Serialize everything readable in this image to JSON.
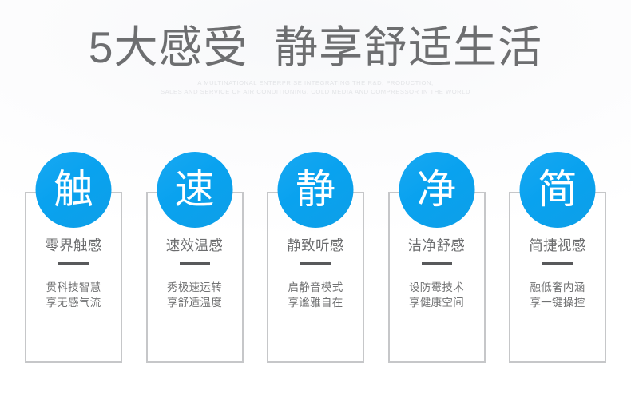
{
  "header": {
    "main_title": "5大感受  静享舒适生活",
    "subtitle_line_1": "A MULTINATIONAL ENTERPRISE INTEGRATING THE R&D, PRODUCTION,",
    "subtitle_line_2": "SALES AND SERVICE OF AIR CONDITIONING, COLD MEDIA AND COMPRESSOR IN THE WORLD"
  },
  "colors": {
    "badge_blue": "#0ea2ef",
    "title_gray": "#6d6e70",
    "card_border": "#c6c7c9",
    "divider_dark": "#58595b",
    "subtitle_gray": "#e3e4e7",
    "background": "#ffffff"
  },
  "cards": [
    {
      "badge_char": "触",
      "title": "零界触感",
      "line_1": "贯科技智慧",
      "line_2": "享无感气流"
    },
    {
      "badge_char": "速",
      "title": "速效温感",
      "line_1": "秀极速运转",
      "line_2": "享舒适温度"
    },
    {
      "badge_char": "静",
      "title": "静致听感",
      "line_1": "启静音模式",
      "line_2": "享谧雅自在"
    },
    {
      "badge_char": "净",
      "title": "洁净舒感",
      "line_1": "设防霉技术",
      "line_2": "享健康空间"
    },
    {
      "badge_char": "简",
      "title": "简捷视感",
      "line_1": "融低奢内涵",
      "line_2": "享一键操控"
    }
  ]
}
